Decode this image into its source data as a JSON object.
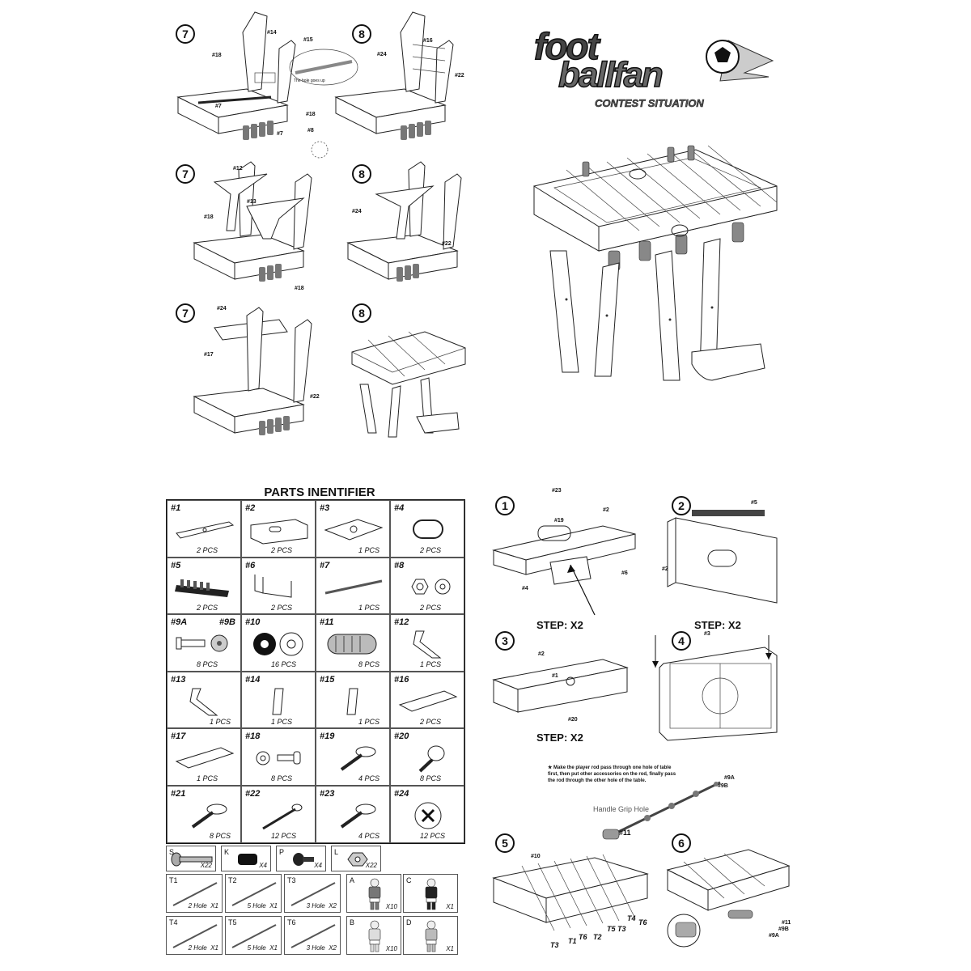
{
  "logo": {
    "line1": "foot",
    "line2": "ballfan",
    "tagline": "CONTEST SITUATION"
  },
  "top_steps": [
    {
      "num": "7",
      "labels": [
        "#14",
        "#15",
        "#18",
        "#7",
        "#18",
        "#7",
        "#8"
      ],
      "callout": "The hole goes up"
    },
    {
      "num": "8",
      "labels": [
        "#16",
        "#24",
        "#22"
      ]
    },
    {
      "num": "7",
      "labels": [
        "#12",
        "#13",
        "#18"
      ]
    },
    {
      "num": "8",
      "labels": [
        "#24",
        "#22",
        "#18"
      ]
    },
    {
      "num": "7",
      "labels": [
        "#24",
        "#17",
        "#22"
      ]
    },
    {
      "num": "8",
      "labels": []
    }
  ],
  "parts": {
    "title": "PARTS INENTIFIER",
    "cells": [
      {
        "id": "#1",
        "qty": "2 PCS",
        "icon": "side-rail-icon"
      },
      {
        "id": "#2",
        "qty": "2 PCS",
        "icon": "end-panel-icon"
      },
      {
        "id": "#3",
        "qty": "1 PCS",
        "icon": "playfield-icon"
      },
      {
        "id": "#4",
        "qty": "2 PCS",
        "icon": "goal-ring-icon"
      },
      {
        "id": "#5",
        "qty": "2 PCS",
        "icon": "score-counter-icon"
      },
      {
        "id": "#6",
        "qty": "2 PCS",
        "icon": "goal-box-icon"
      },
      {
        "id": "#7",
        "qty": "1 PCS",
        "icon": "bar-icon"
      },
      {
        "id": "#8",
        "qty": "2 PCS",
        "icon": "nut-washer-icon"
      },
      {
        "id": "#9A",
        "id2": "#9B",
        "qty": "8 PCS",
        "icon": "bolt-bushing-icon"
      },
      {
        "id": "#10",
        "qty": "16 PCS",
        "icon": "rubber-bumper-icon"
      },
      {
        "id": "#11",
        "qty": "8 PCS",
        "icon": "handle-grip-icon"
      },
      {
        "id": "#12",
        "qty": "1 PCS",
        "icon": "leg-bracket-icon"
      },
      {
        "id": "#13",
        "qty": "1 PCS",
        "icon": "leg-bracket-icon"
      },
      {
        "id": "#14",
        "qty": "1 PCS",
        "icon": "leg-icon"
      },
      {
        "id": "#15",
        "qty": "1 PCS",
        "icon": "leg-icon"
      },
      {
        "id": "#16",
        "qty": "2 PCS",
        "icon": "brace-board-icon"
      },
      {
        "id": "#17",
        "qty": "1 PCS",
        "icon": "brace-board-icon"
      },
      {
        "id": "#18",
        "qty": "8 PCS",
        "icon": "bolt-washer-icon"
      },
      {
        "id": "#19",
        "qty": "4 PCS",
        "icon": "screw-icon"
      },
      {
        "id": "#20",
        "qty": "8 PCS",
        "icon": "foot-screw-icon"
      },
      {
        "id": "#21",
        "qty": "8 PCS",
        "icon": "screw-icon"
      },
      {
        "id": "#22",
        "qty": "12 PCS",
        "icon": "long-screw-icon"
      },
      {
        "id": "#23",
        "qty": "4 PCS",
        "icon": "screw-icon"
      },
      {
        "id": "#24",
        "qty": "12 PCS",
        "icon": "cam-lock-icon"
      }
    ],
    "hardware": [
      {
        "code": "S",
        "qty": "X22"
      },
      {
        "code": "K",
        "qty": "X4"
      },
      {
        "code": "P",
        "qty": "X4"
      },
      {
        "code": "L",
        "qty": "X22"
      }
    ],
    "rods": [
      {
        "code": "T1",
        "desc": "2 Hole",
        "qty": "X1"
      },
      {
        "code": "T2",
        "desc": "5 Hole",
        "qty": "X1"
      },
      {
        "code": "T3",
        "desc": "3 Hole",
        "qty": "X2"
      },
      {
        "code": "T4",
        "desc": "2 Hole",
        "qty": "X1"
      },
      {
        "code": "T5",
        "desc": "5 Hole",
        "qty": "X1"
      },
      {
        "code": "T6",
        "desc": "3 Hole",
        "qty": "X2"
      }
    ],
    "players": [
      {
        "code": "A",
        "qty": "X10",
        "color": "#777777"
      },
      {
        "code": "C",
        "qty": "X1",
        "color": "#222222"
      },
      {
        "code": "B",
        "qty": "X10",
        "color": "#dddddd"
      },
      {
        "code": "D",
        "qty": "X1",
        "color": "#bbbbbb"
      }
    ]
  },
  "steps": {
    "s1": {
      "num": "1",
      "labels": [
        "#23",
        "#19",
        "#2",
        "#4",
        "#6"
      ],
      "repeat": "STEP:  X2"
    },
    "s2": {
      "num": "2",
      "labels": [
        "#5",
        "#2"
      ],
      "repeat": "STEP:  X2"
    },
    "s3": {
      "num": "3",
      "labels": [
        "#2",
        "#1",
        "#20"
      ],
      "repeat": "STEP:  X2"
    },
    "s4": {
      "num": "4",
      "labels": [
        "#3"
      ]
    },
    "note": "★ Make the player rod pass through one hole of table first, then put other accessories on the rod, finally pass the rod through the other hole of the table.",
    "rod_labels": [
      "#9A",
      "#9B",
      "Handle Grip Hole",
      "#11"
    ],
    "s5": {
      "num": "5",
      "labels": [
        "#10",
        "T3",
        "T1",
        "T6",
        "T2",
        "T5",
        "T3",
        "T4",
        "T6"
      ]
    },
    "s6": {
      "num": "6",
      "labels": [
        "#11",
        "#9B",
        "#9A"
      ]
    }
  }
}
